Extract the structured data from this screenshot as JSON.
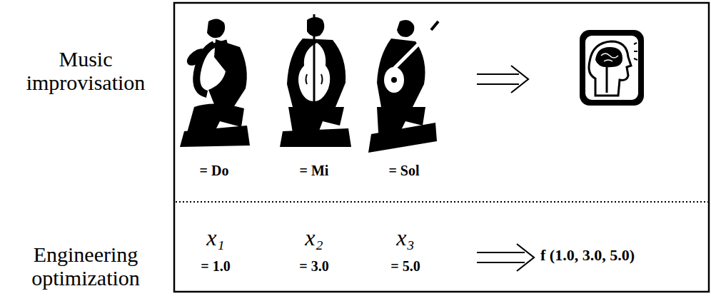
{
  "diagram": {
    "labels": [
      "Music improvisation",
      "= Do",
      "= Mi",
      "= Sol",
      "x₁",
      "= 1.0",
      "x₂",
      "= 3.0",
      "x₃",
      "= 5.0",
      "f (1.0, 3.0, 5.0)",
      "Engineering optimization"
    ]
  }
}
